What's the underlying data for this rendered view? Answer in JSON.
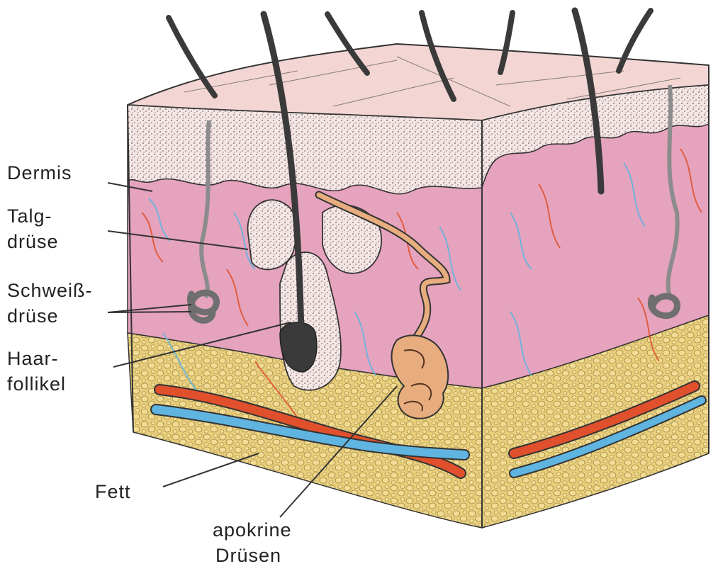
{
  "labels": {
    "dermis": [
      "Dermis"
    ],
    "talgdruese": [
      "Talg-",
      "drüse"
    ],
    "schweissdruese": [
      "Schweiß-",
      "drüse"
    ],
    "haarfollikel": [
      "Haar-",
      "follikel"
    ],
    "fett": [
      "Fett"
    ],
    "apokrine_druesen": [
      "apokrine",
      "Drüsen"
    ]
  },
  "colors": {
    "epidermis": "#f3d6d3",
    "dermis": "#e6a3bd",
    "fat": "#e9cf7c",
    "artery": "#e0502c",
    "vein": "#5fb4e0",
    "apocrine_gland": "#e7ad7e",
    "hair": "#3a3a3a",
    "outline": "#333333"
  }
}
